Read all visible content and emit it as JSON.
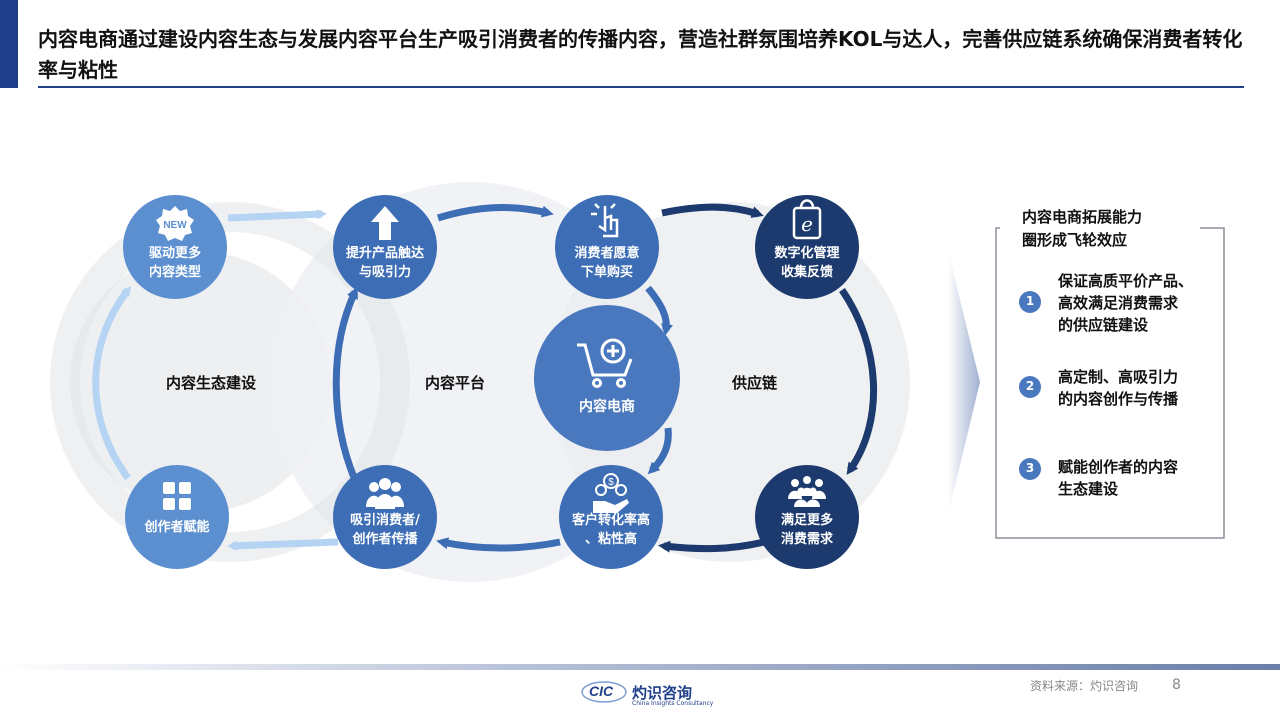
{
  "title": "内容电商通过建设内容生态与发展内容平台生产吸引消费者的传播内容，营造社群氛围培养KOL与达人，完善供应链系统确保消费者转化率与粘性",
  "zones": {
    "left": "内容生态建设",
    "middle": "内容平台",
    "right": "供应链"
  },
  "center": {
    "label": "内容电商",
    "icon": "shopping-cart-plus-icon"
  },
  "nodes": {
    "n1": {
      "label": "驱动更多\n内容类型",
      "icon": "new-badge-icon"
    },
    "n2": {
      "label": "提升产品触达\n与吸引力",
      "icon": "up-arrow-icon"
    },
    "n3": {
      "label": "消费者愿意\n下单购买",
      "icon": "tap-hand-icon"
    },
    "n4": {
      "label": "数字化管理\n收集反馈",
      "icon": "e-bag-icon"
    },
    "n5": {
      "label": "满足更多\n消费需求",
      "icon": "people-group-icon"
    },
    "n6": {
      "label": "客户转化率高\n、粘性高",
      "icon": "hand-coins-icon"
    },
    "n7": {
      "label": "吸引消费者/\n创作者传播",
      "icon": "people-icon"
    },
    "n8": {
      "label": "创作者赋能",
      "icon": "grid-icon"
    }
  },
  "panel": {
    "title": "内容电商拓展能力\n圈形成飞轮效应",
    "items": [
      {
        "num": "1",
        "text": "保证高质平价产品、\n高效满足消费需求\n的供应链建设"
      },
      {
        "num": "2",
        "text": "高定制、高吸引力\n的内容创作与传播"
      },
      {
        "num": "3",
        "text": "赋能创作者的内容\n生态建设"
      }
    ]
  },
  "footer": {
    "source": "资料来源：灼识咨询",
    "page": "8",
    "logo_mark": "CIC",
    "logo_text": "灼识咨询",
    "logo_sub": "China Insights Consultancy"
  },
  "colors": {
    "accent": "#1f3f8a",
    "light_blue": "#5b8fd0",
    "mid_blue": "#3d6db5",
    "navy": "#1c3a6e",
    "pale_arrow": "#b5d3f2",
    "zone_bg": "#ebedf0"
  }
}
